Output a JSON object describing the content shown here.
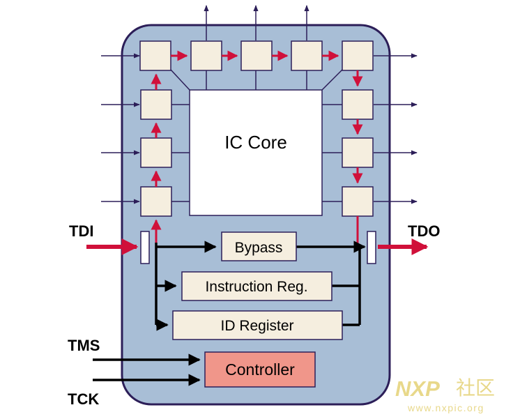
{
  "diagram": {
    "core_label": "IC Core",
    "blocks": {
      "bypass": "Bypass",
      "instruction": "Instruction Reg.",
      "id_register": "ID Register",
      "controller": "Controller"
    },
    "pins": {
      "tdi": "TDI",
      "tdo": "TDO",
      "tms": "TMS",
      "tck": "TCK"
    }
  },
  "watermark": {
    "brand": "NXP",
    "chinese": "社区",
    "url": "www.nxpic.org"
  },
  "colors": {
    "chip_fill": "#a8bed6",
    "chip_border": "#2c1e58",
    "cell_fill": "#f5eedf",
    "scan_red": "#d0103a",
    "controller_fill": "#f0968a",
    "watermark": "#e8d88a"
  }
}
